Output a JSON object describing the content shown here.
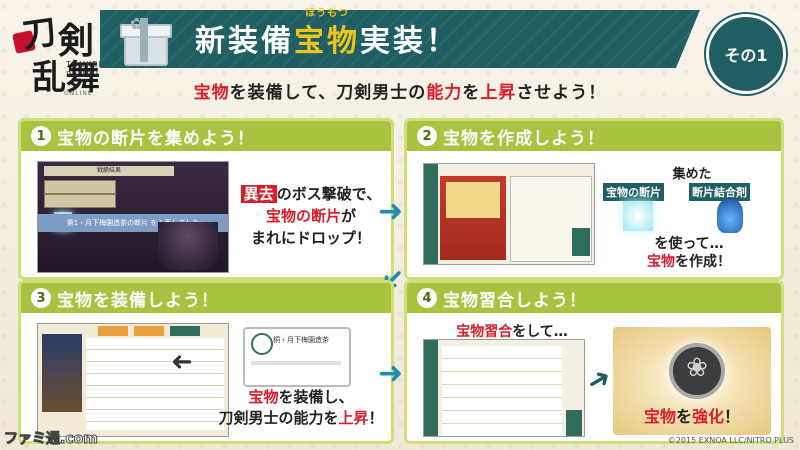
{
  "logo": {
    "l1": "刀",
    "l2": "剣",
    "l3": "乱舞",
    "en": "TOUKEN RANBU",
    "sub": "ONLINE"
  },
  "header": {
    "title_pre": "新装備",
    "title_gold": "宝物",
    "title_post": "実装！",
    "ruby": "ほうもつ",
    "badge": "その1"
  },
  "subtitle": {
    "p1": "宝物",
    "p2": "を装備して、刀剣男士の",
    "p3": "能力",
    "p4": "を",
    "p5": "上昇",
    "p6": "させよう！"
  },
  "panels": [
    {
      "num": "1",
      "title": "宝物の断片を集めよう！"
    },
    {
      "num": "2",
      "title": "宝物を作成しよう！"
    },
    {
      "num": "3",
      "title": "宝物を装備しよう！"
    },
    {
      "num": "4",
      "title": "宝物習合しよう！"
    }
  ],
  "p1": {
    "hl": "異去",
    "l1": "のボス撃破で、",
    "l2": "宝物の断片",
    "l2b": "が",
    "l3": "まれにドロップ！",
    "msg": "第1・月下梅園造茶の断片 を入手しました",
    "ban": "戦績結果"
  },
  "p2": {
    "head": "集めた",
    "lbl1": "宝物の断片",
    "lbl2": "断片結合剤",
    "l1": "を使って…",
    "l2": "宝物",
    "l2b": "を作成！"
  },
  "p3": {
    "l1a": "宝物",
    "l1b": "を装備し、",
    "l2a": "刀剣男士の能力を",
    "l2b": "上昇",
    "l2c": "！",
    "popup": "銅・月下梅園造茶"
  },
  "p4": {
    "l1a": "宝物習合",
    "l1b": "をして…",
    "l2a": "宝物",
    "l2b": "を",
    "l2c": "強化",
    "l2d": "！"
  },
  "footer": {
    "logo": "ファミ通.com",
    "copyright": "©2015 EXNOA LLC/NITRO PLUS"
  }
}
